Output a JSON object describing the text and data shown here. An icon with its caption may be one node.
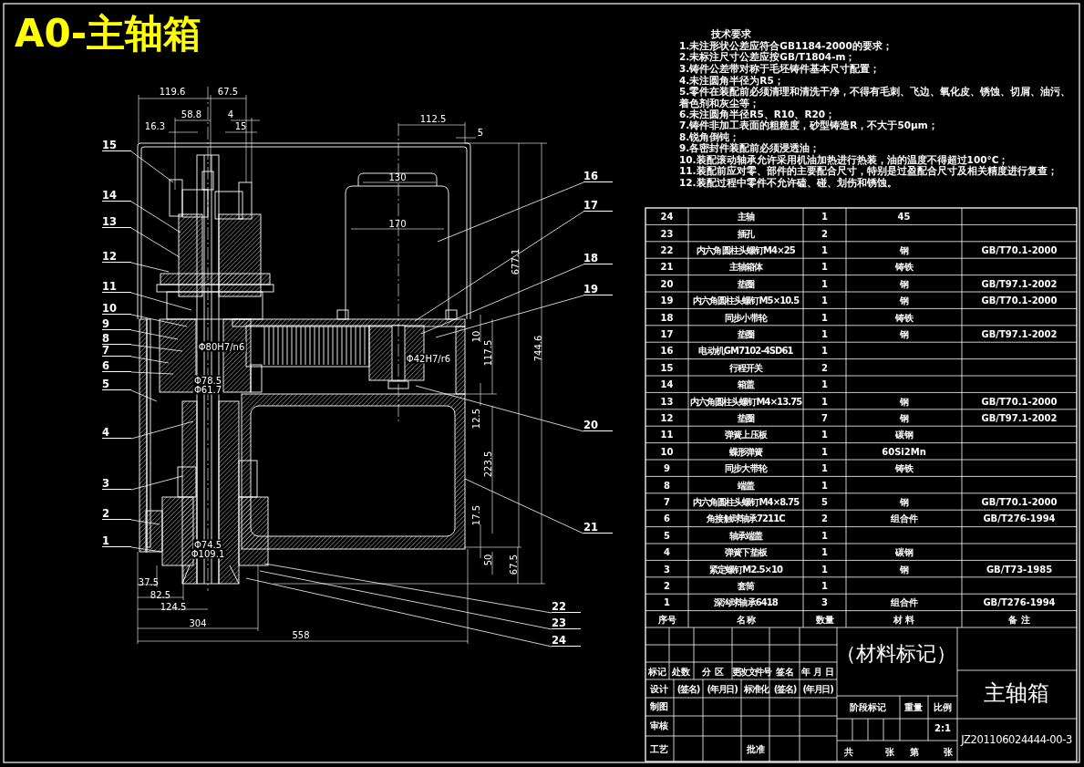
{
  "diagram": {
    "title": "A0-主轴箱",
    "nodes": [
      {
        "text": [
          "15"
        ]
      },
      {
        "text": [
          "14"
        ]
      },
      {
        "text": [
          "13"
        ]
      },
      {
        "text": [
          "12"
        ]
      },
      {
        "text": [
          "11"
        ]
      },
      {
        "text": [
          "10"
        ]
      },
      {
        "text": [
          "9"
        ]
      },
      {
        "text": [
          "8"
        ]
      },
      {
        "text": [
          "7"
        ]
      },
      {
        "text": [
          "6"
        ]
      },
      {
        "text": [
          "5"
        ]
      },
      {
        "text": [
          "4"
        ]
      },
      {
        "text": [
          "3"
        ]
      },
      {
        "text": [
          "2"
        ]
      },
      {
        "text": [
          "1"
        ]
      },
      {
        "text": [
          "16"
        ]
      },
      {
        "text": [
          "17"
        ]
      },
      {
        "text": [
          "18"
        ]
      },
      {
        "text": [
          "19"
        ]
      },
      {
        "text": [
          "20"
        ]
      },
      {
        "text": [
          "21"
        ]
      },
      {
        "text": [
          "22"
        ]
      },
      {
        "text": [
          "23"
        ]
      },
      {
        "text": [
          "24"
        ]
      }
    ],
    "edges": [
      {
        "from": 0,
        "to": null,
        "arrow": "none"
      },
      {
        "from": 1,
        "to": null,
        "arrow": "none"
      },
      {
        "from": 2,
        "to": null,
        "arrow": "none"
      },
      {
        "from": 3,
        "to": null,
        "arrow": "none"
      },
      {
        "from": 4,
        "to": null,
        "arrow": "none"
      },
      {
        "from": 5,
        "to": null,
        "arrow": "none"
      },
      {
        "from": 6,
        "to": null,
        "arrow": "none"
      },
      {
        "from": 7,
        "to": null,
        "arrow": "none"
      },
      {
        "from": 8,
        "to": null,
        "arrow": "none"
      },
      {
        "from": 9,
        "to": null,
        "arrow": "none"
      },
      {
        "from": 10,
        "to": null,
        "arrow": "none"
      },
      {
        "from": 11,
        "to": null,
        "arrow": "none"
      },
      {
        "from": 12,
        "to": null,
        "arrow": "none"
      },
      {
        "from": 13,
        "to": null,
        "arrow": "none"
      },
      {
        "from": 14,
        "to": null,
        "arrow": "none"
      },
      {
        "from": 15,
        "to": null,
        "arrow": "none"
      },
      {
        "from": 16,
        "to": null,
        "arrow": "none"
      },
      {
        "from": 17,
        "to": null,
        "arrow": "none"
      },
      {
        "from": 18,
        "to": null,
        "arrow": "none"
      },
      {
        "from": 19,
        "to": null,
        "arrow": "none"
      },
      {
        "from": 20,
        "to": null,
        "arrow": "none"
      },
      {
        "from": 21,
        "to": null,
        "arrow": "none"
      },
      {
        "from": 22,
        "to": null,
        "arrow": "none"
      },
      {
        "from": 23,
        "to": null,
        "arrow": "none"
      }
    ],
    "labels": [
      "技术要求",
      "1.未注形状公差应符合GB1184-2000的要求；",
      "2.未标注尺寸公差应按GB/T1804-m；",
      "3.铸件公差带对称于毛坯铸件基本尺寸配置；",
      "4.未注圆角半径为R5；",
      "5.零件在装配前必须清理和清洗干净，不得有毛刺、飞边、氧化皮、锈蚀、切屑、油污、着色剂和灰尘等；",
      "6.未注圆角半径R5、R10、R20；",
      "7.铸件非加工表面的粗糙度，砂型铸造R，不大于50μm；",
      "8.锐角倒钝；",
      "9.各密封件装配前必须浸透油；",
      "10.装配滚动轴承允许采用机油加热进行热装，油的温度不得超过100°C；",
      "11.装配前应对零、部件的主要配合尺寸，特别是过盈配合尺寸及相关精度进行复查；",
      "12.装配过程中零件不允许磕、碰、划伤和锈蚀。",
      "119.6",
      "67.5",
      "16.3",
      "58.8",
      "4",
      "15",
      "112.5",
      "5",
      "130",
      "170",
      "Φ80H7/n6",
      "Φ42H7/r6",
      "10",
      "117.5",
      "677.1",
      "744.6",
      "Φ78.5",
      "Φ61.7",
      "12.5",
      "223.5",
      "17.5",
      "Φ74.5",
      "Φ109.1",
      "50",
      "67.5",
      "37.5",
      "82.5",
      "124.5",
      "304",
      "558",
      "24",
      "主轴",
      "1",
      "45",
      "23",
      "插孔",
      "2",
      "22",
      "内六角圆柱头螺钉M4×25",
      "1",
      "钢",
      "GB/T70.1-2000",
      "21",
      "主轴箱体",
      "1",
      "铸铁",
      "20",
      "垫圈",
      "1",
      "钢",
      "GB/T97.1-2002",
      "19",
      "内六角圆柱头螺钉M5×10.5",
      "1",
      "钢",
      "GB/T70.1-2000",
      "18",
      "同步小带轮",
      "1",
      "铸铁",
      "17",
      "垫圈",
      "1",
      "钢",
      "GB/T97.1-2002",
      "16",
      "电动机GM7102-4SD61",
      "1",
      "15",
      "行程开关",
      "2",
      "14",
      "箱盖",
      "1",
      "13",
      "内六角圆柱头螺钉M4×13.75",
      "1",
      "钢",
      "GB/T70.1-2000",
      "12",
      "垫圈",
      "7",
      "钢",
      "GB/T97.1-2002",
      "11",
      "弹簧上压板",
      "1",
      "碳钢",
      "10",
      "蝶形弹簧",
      "1",
      "60Si2Mn",
      "9",
      "同步大带轮",
      "1",
      "铸铁",
      "8",
      "端盖",
      "1",
      "7",
      "内六角圆柱头螺钉M4×8.75",
      "5",
      "钢",
      "GB/T70.1-2000",
      "6",
      "角接触球轴承7211C",
      "2",
      "组合件",
      "GB/T276-1994",
      "5",
      "轴承端盖",
      "1",
      "4",
      "弹簧下垫板",
      "1",
      "碳钢",
      "3",
      "紧定螺钉M2.5×10",
      "1",
      "钢",
      "GB/T73-1985",
      "2",
      "套筒",
      "1",
      "1",
      "深沟球轴承6418",
      "3",
      "组合件",
      "GB/T276-1994",
      "序号",
      "名 称",
      "数量",
      "材 料",
      "备 注",
      "（材料标记）",
      "标记",
      "处数",
      "分 区",
      "更改文件号",
      "签名",
      "年 月 日",
      "设计",
      "(签名)",
      "(年月日)",
      "标准化",
      "(签名)",
      "(年月日)",
      "主轴箱",
      "制图",
      "阶段标记",
      "重量",
      "比例",
      "审核",
      "2:1",
      "JZ201106024444-00-3",
      "工艺",
      "批准",
      "共",
      "张",
      "第",
      "张"
    ]
  }
}
